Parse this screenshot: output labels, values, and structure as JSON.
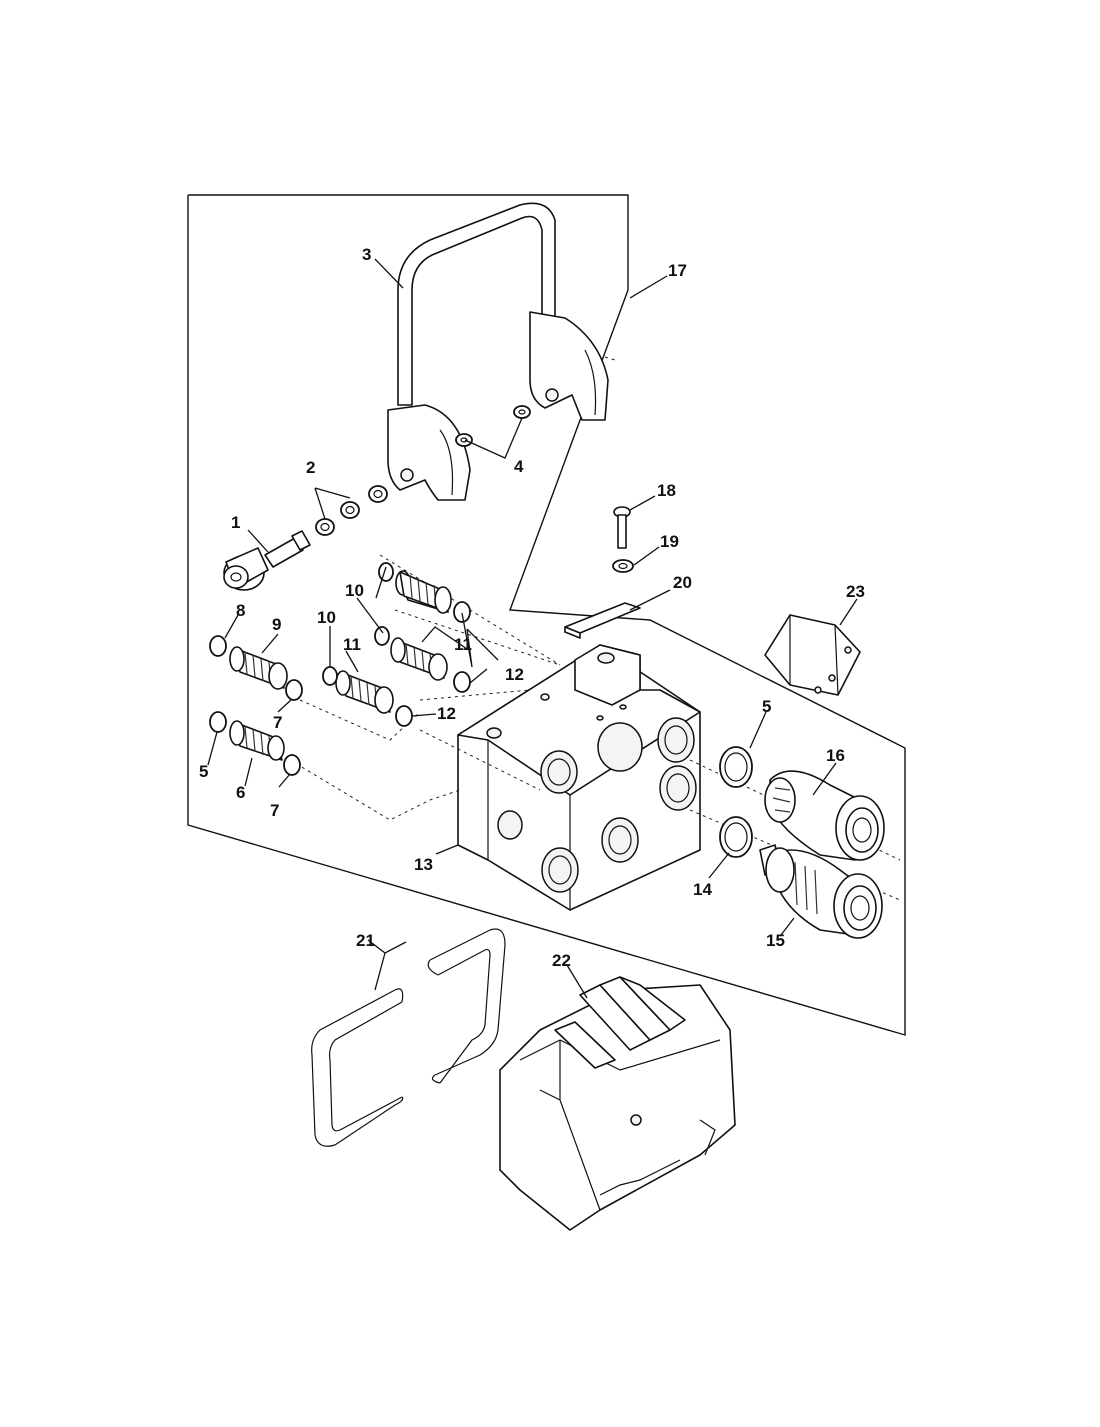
{
  "diagram": {
    "callouts": [
      {
        "id": "c1",
        "text": "1"
      },
      {
        "id": "c2",
        "text": "2"
      },
      {
        "id": "c3",
        "text": "3"
      },
      {
        "id": "c4",
        "text": "4"
      },
      {
        "id": "c5a",
        "text": "5"
      },
      {
        "id": "c5b",
        "text": "5"
      },
      {
        "id": "c6",
        "text": "6"
      },
      {
        "id": "c7a",
        "text": "7"
      },
      {
        "id": "c7b",
        "text": "7"
      },
      {
        "id": "c8",
        "text": "8"
      },
      {
        "id": "c9",
        "text": "9"
      },
      {
        "id": "c10a",
        "text": "10"
      },
      {
        "id": "c10b",
        "text": "10"
      },
      {
        "id": "c11a",
        "text": "11"
      },
      {
        "id": "c11b",
        "text": "11"
      },
      {
        "id": "c12a",
        "text": "12"
      },
      {
        "id": "c12b",
        "text": "12"
      },
      {
        "id": "c13",
        "text": "13"
      },
      {
        "id": "c14",
        "text": "14"
      },
      {
        "id": "c15",
        "text": "15"
      },
      {
        "id": "c16",
        "text": "16"
      },
      {
        "id": "c17",
        "text": "17"
      },
      {
        "id": "c18",
        "text": "18"
      },
      {
        "id": "c19",
        "text": "19"
      },
      {
        "id": "c20",
        "text": "20"
      },
      {
        "id": "c21",
        "text": "21"
      },
      {
        "id": "c22",
        "text": "22"
      },
      {
        "id": "c23",
        "text": "23"
      }
    ]
  }
}
